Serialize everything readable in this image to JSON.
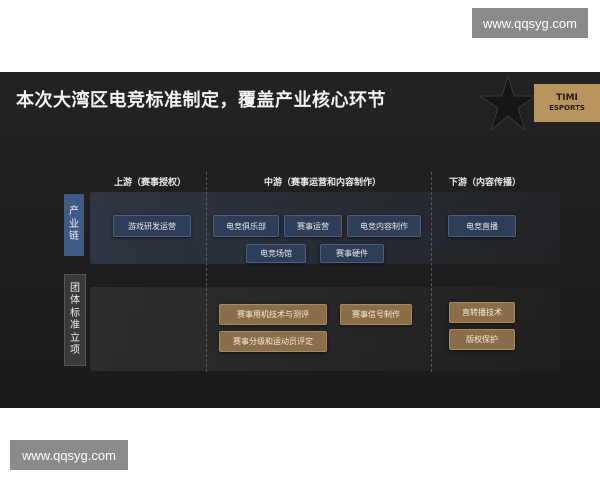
{
  "watermarks": {
    "top": "www.qqsyg.com",
    "bottom": "www.qqsyg.com"
  },
  "slide": {
    "title": "本次大湾区电竞标准制定，覆盖产业核心环节",
    "brand": {
      "line1": "TIMI",
      "line2": "ESPORTS"
    },
    "columns": {
      "upstream": "上游（赛事授权）",
      "midstream": "中游（赛事运营和内容制作）",
      "downstream": "下游（内容传播）"
    },
    "rows": {
      "industry_chain": [
        "产",
        "业",
        "链"
      ],
      "group_standards": [
        "团",
        "体",
        "标",
        "准",
        "立",
        "项"
      ]
    },
    "industry_chain_items": {
      "game_dev": "游戏研发运营",
      "esports_club": "电竞俱乐部",
      "event_ops": "赛事运营",
      "content_production": "电竞内容制作",
      "esports_venue": "电竞场馆",
      "event_hardware": "赛事硬件",
      "esports_live": "电竞直播"
    },
    "standard_items": {
      "device_testing": "赛事用机技术与测评",
      "signal_production": "赛事信号制作",
      "grading_rating": "赛事分级和运动员评定",
      "broadcast_tech": "直转播技术",
      "copyright": "版权保护"
    },
    "colors": {
      "accent_gold": "#b8955c",
      "band_blue": "#2e3e58"
    }
  }
}
